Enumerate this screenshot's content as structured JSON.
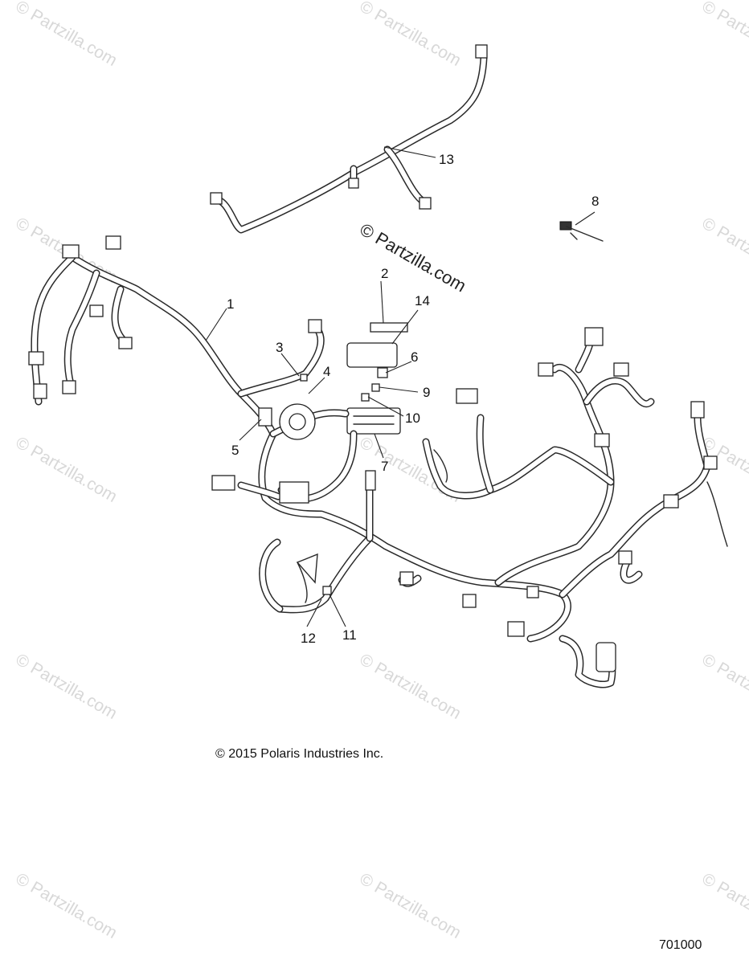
{
  "watermark": {
    "text": "© Partzilla.com",
    "color": "#d8d8d8"
  },
  "center_watermark": "© Partzilla.com",
  "callouts": [
    "1",
    "2",
    "3",
    "4",
    "5",
    "6",
    "7",
    "8",
    "9",
    "10",
    "11",
    "12",
    "13",
    "14"
  ],
  "copyright": "© 2015 Polaris Industries Inc.",
  "diagram_ref": "701000"
}
